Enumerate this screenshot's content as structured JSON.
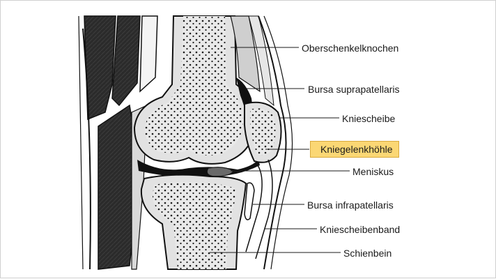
{
  "labels": {
    "femur": "Oberschenkelknochen",
    "suprapatellar_bursa": "Bursa suprapatellaris",
    "patella": "Kniescheibe",
    "joint_cavity": "Kniegelenkhöhle",
    "meniscus": "Meniskus",
    "infrapatellar_bursa": "Bursa infrapatellaris",
    "patellar_ligament": "Kniescheibenband",
    "tibia": "Schienbein"
  },
  "colors": {
    "highlight_fill": "#fbd774",
    "highlight_border": "#d9a93c",
    "bone_fill": "#e6e6e6",
    "muscle_fill": "#2b2b2b",
    "leader_line": "#1a1a1a"
  }
}
